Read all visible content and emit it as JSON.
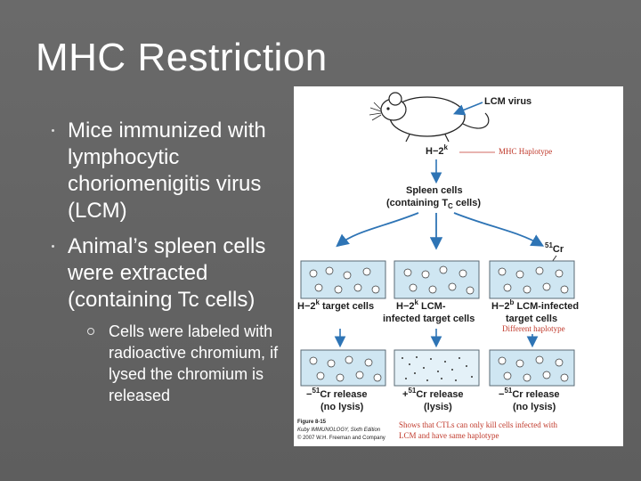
{
  "slide": {
    "title": "MHC Restriction",
    "bullets": [
      "Mice immunized with lymphocytic choriomenigitis virus (LCM)",
      "Animal’s spleen cells were extracted (containing Tc cells)"
    ],
    "sub_bullet": "Cells were labeled with radioactive chromium, if lysed the chromium is released"
  },
  "figure": {
    "virus_label": "LCM virus",
    "haplotype_mouse": "H−2",
    "haplotype_sup": "k",
    "mhc_note": "MHC Haplotype",
    "spleen_line1": "Spleen cells",
    "spleen_line2": "(containing T",
    "spleen_sub": "C",
    "spleen_line2_end": " cells)",
    "cr_label": "Cr",
    "cr_sup": "51",
    "targets": [
      {
        "line1": "H−2",
        "sup": "k",
        "line1_rest": " target cells",
        "line2": ""
      },
      {
        "line1": "H−2",
        "sup": "k",
        "line1_rest": " LCM-",
        "line2": "infected target cells"
      },
      {
        "line1": "H−2",
        "sup": "b",
        "line1_rest": " LCM-infected",
        "line2": "target cells"
      }
    ],
    "different_note": "Different haplotype",
    "results": [
      {
        "prefix": "−",
        "line1_rest": "Cr release",
        "line2": "(no lysis)"
      },
      {
        "prefix": "+",
        "line1_rest": "Cr release",
        "line2": "(lysis)"
      },
      {
        "prefix": "−",
        "line1_rest": "Cr release",
        "line2": "(no lysis)"
      }
    ],
    "result_sup": "51",
    "caption_fig": "Figure 8-15",
    "caption_book": "Kuby IMMUNOLOGY, Sixth Edition",
    "caption_copy": "© 2007 W.H. Freeman and Company",
    "note_line1": "Shows that CTLs can only kill cells infected with",
    "note_line2": "LCM and have same haplotype"
  },
  "colors": {
    "background": "#646464",
    "arrow_blue": "#2e74b5",
    "well_fill": "#cfe6f2",
    "red_annotation": "#c0392b"
  }
}
